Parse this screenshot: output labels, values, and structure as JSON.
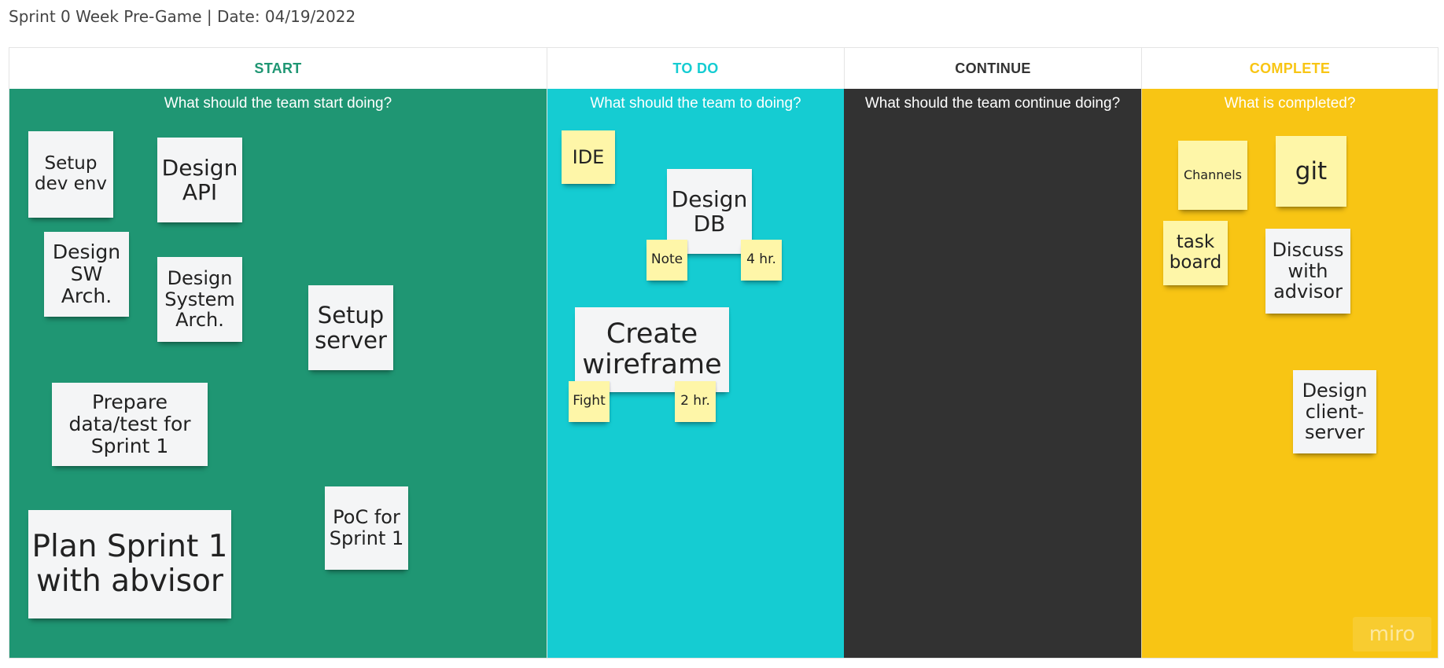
{
  "board": {
    "title": "Sprint 0 Week Pre-Game | Date: 04/19/2022",
    "watermark": "miro"
  },
  "colors": {
    "start": "#1f9673",
    "todo": "#15ccd2",
    "continue": "#323232",
    "complete": "#f8c514",
    "sticky_white": "#f4f5f6",
    "sticky_yellow": "#fef6a8"
  },
  "columns": {
    "start": {
      "header": "START",
      "question": "What should the team start doing?",
      "notes": [
        {
          "text": "Setup dev env"
        },
        {
          "text": "Design API"
        },
        {
          "text": "Design SW Arch."
        },
        {
          "text": "Design System Arch."
        },
        {
          "text": "Setup server"
        },
        {
          "text": "Prepare data/test for Sprint 1"
        },
        {
          "text": "Plan Sprint 1 with abvisor"
        },
        {
          "text": "PoC for Sprint 1"
        }
      ]
    },
    "todo": {
      "header": "TO DO",
      "question": "What should the team to doing?",
      "notes": [
        {
          "text": "IDE"
        },
        {
          "text": "Design DB"
        },
        {
          "text": "Note"
        },
        {
          "text": "4 hr."
        },
        {
          "text": "Create wireframe"
        },
        {
          "text": "Fight"
        },
        {
          "text": "2 hr."
        }
      ]
    },
    "continue": {
      "header": "CONTINUE",
      "question": "What should the team continue doing?",
      "notes": []
    },
    "complete": {
      "header": "COMPLETE",
      "question": "What is completed?",
      "notes": [
        {
          "text": "Channels"
        },
        {
          "text": "git"
        },
        {
          "text": "task board"
        },
        {
          "text": "Discuss with advisor"
        },
        {
          "text": "Design client-server"
        }
      ]
    }
  }
}
